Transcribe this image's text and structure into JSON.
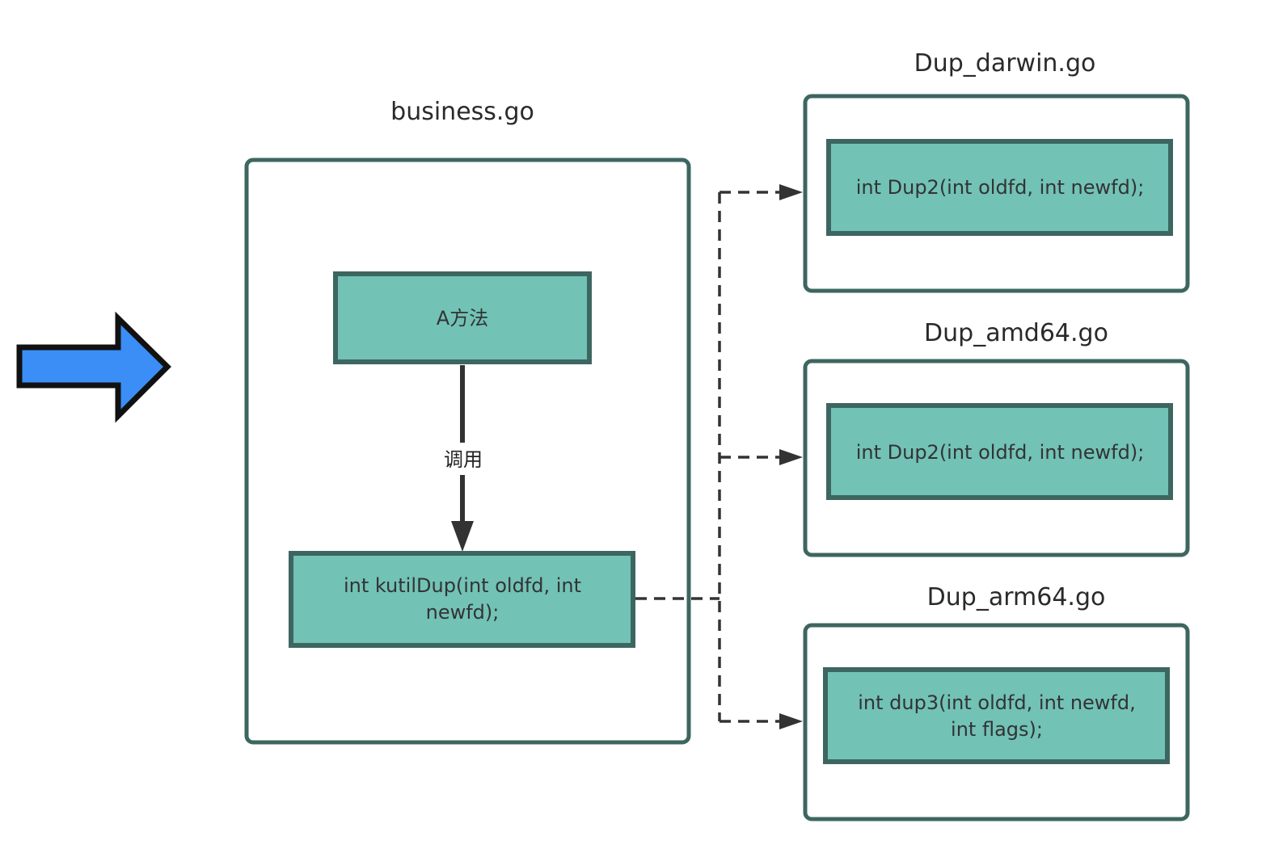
{
  "colors": {
    "container_stroke": "#3d6660",
    "function_fill": "#72c2b6",
    "arrow_fill": "#3a8ef5",
    "connector": "#333333"
  },
  "pointer_arrow": {
    "icon": "right-arrow-icon"
  },
  "business": {
    "title": "business.go",
    "method_box": "A方法",
    "call_label": "调用",
    "function_line1": "int kutilDup(int oldfd, int",
    "function_line2": "newfd);"
  },
  "targets": [
    {
      "title": "Dup_darwin.go",
      "function_line1": "int Dup2(int oldfd, int newfd);",
      "function_line2": ""
    },
    {
      "title": "Dup_amd64.go",
      "function_line1": "int Dup2(int oldfd, int newfd);",
      "function_line2": ""
    },
    {
      "title": "Dup_arm64.go",
      "function_line1": "int dup3(int oldfd, int newfd,",
      "function_line2": "int flags);"
    }
  ]
}
